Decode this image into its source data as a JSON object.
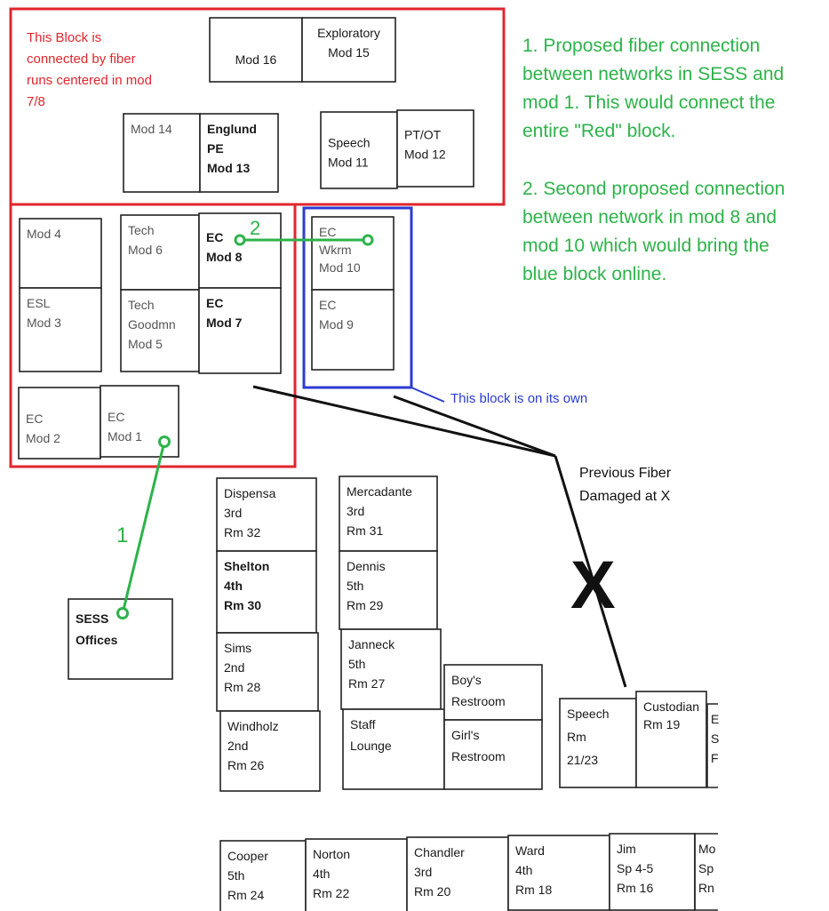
{
  "colors": {
    "red_block": "#e0262c",
    "blue_block": "#2c3bd1",
    "green": "#2db34a",
    "black": "#111111"
  },
  "annotations": {
    "red_block_note": [
      "This Block is",
      "connected by fiber",
      "runs centered in mod",
      "7/8"
    ],
    "proposal_1": [
      "1.  Proposed fiber connection",
      "between networks in SESS and",
      "mod 1.  This would connect the",
      "entire \"Red\" block."
    ],
    "proposal_2": [
      "2.  Second proposed connection",
      "between network in mod 8 and",
      "mod 10 which would bring the",
      "blue block online."
    ],
    "blue_block_note": "This block is on its own",
    "damage_note": [
      "Previous Fiber",
      "Damaged at X"
    ],
    "damage_mark": "X",
    "link_1_label": "1",
    "link_2_label": "2"
  },
  "rooms": [
    {
      "id": "mod-16",
      "lines": [
        "Mod 16"
      ]
    },
    {
      "id": "mod-15",
      "lines": [
        "Exploratory",
        "Mod 15"
      ]
    },
    {
      "id": "mod-14",
      "lines": [
        "Mod 14"
      ]
    },
    {
      "id": "mod-13",
      "lines": [
        "Englund",
        "PE",
        "Mod 13"
      ]
    },
    {
      "id": "mod-11",
      "lines": [
        "Speech",
        "Mod 11"
      ]
    },
    {
      "id": "mod-12",
      "lines": [
        "PT/OT",
        "Mod 12"
      ]
    },
    {
      "id": "mod-4",
      "lines": [
        "Mod 4"
      ]
    },
    {
      "id": "mod-3",
      "lines": [
        "ESL",
        "Mod 3"
      ]
    },
    {
      "id": "mod-6",
      "lines": [
        "Tech",
        "Mod 6"
      ]
    },
    {
      "id": "mod-5",
      "lines": [
        "Tech",
        "Goodmn",
        "Mod 5"
      ]
    },
    {
      "id": "mod-8",
      "lines": [
        "EC",
        "Mod 8"
      ]
    },
    {
      "id": "mod-7",
      "lines": [
        "EC",
        "Mod 7"
      ]
    },
    {
      "id": "mod-10",
      "lines": [
        "EC",
        "Wkrm",
        "Mod 10"
      ]
    },
    {
      "id": "mod-9",
      "lines": [
        "EC",
        "Mod 9"
      ]
    },
    {
      "id": "mod-2",
      "lines": [
        "EC",
        "Mod 2"
      ]
    },
    {
      "id": "mod-1",
      "lines": [
        "EC",
        "Mod 1"
      ]
    },
    {
      "id": "sess-offices",
      "lines": [
        "SESS",
        "Offices"
      ]
    },
    {
      "id": "rm-32",
      "lines": [
        "Dispensa",
        "3rd",
        "Rm 32"
      ]
    },
    {
      "id": "rm-30",
      "lines": [
        "Shelton",
        "4th",
        "Rm 30"
      ]
    },
    {
      "id": "rm-28",
      "lines": [
        "Sims",
        "2nd",
        "Rm 28"
      ]
    },
    {
      "id": "rm-26",
      "lines": [
        "Windholz",
        "2nd",
        "Rm 26"
      ]
    },
    {
      "id": "rm-31",
      "lines": [
        "Mercadante",
        "3rd",
        "Rm 31"
      ]
    },
    {
      "id": "rm-29",
      "lines": [
        "Dennis",
        "5th",
        "Rm 29"
      ]
    },
    {
      "id": "rm-27",
      "lines": [
        "Janneck",
        "5th",
        "Rm 27"
      ]
    },
    {
      "id": "staff-lounge",
      "lines": [
        "Staff",
        "Lounge"
      ]
    },
    {
      "id": "boys-restroom",
      "lines": [
        "Boy's",
        "Restroom"
      ]
    },
    {
      "id": "girls-restroom",
      "lines": [
        "Girl's",
        "Restroom"
      ]
    },
    {
      "id": "speech-rm",
      "lines": [
        "Speech",
        "Rm",
        "21/23"
      ]
    },
    {
      "id": "rm-19",
      "lines": [
        "Custodian",
        "Rm 19"
      ]
    },
    {
      "id": "rm-24",
      "lines": [
        "Cooper",
        "5th",
        "Rm 24"
      ]
    },
    {
      "id": "rm-22",
      "lines": [
        "Norton",
        "4th",
        "Rm 22"
      ]
    },
    {
      "id": "rm-20",
      "lines": [
        "Chandler",
        "3rd",
        "Rm 20"
      ]
    },
    {
      "id": "rm-18",
      "lines": [
        "Ward",
        "4th",
        "Rm 18"
      ]
    },
    {
      "id": "rm-16",
      "lines": [
        "Jim",
        "Sp 4-5",
        "Rm 16"
      ]
    }
  ],
  "partial_rooms": [
    {
      "id": "partial-room-right",
      "lines": [
        "E",
        "S",
        "F"
      ]
    },
    {
      "id": "partial-room-bottom-right",
      "lines": [
        "Mo",
        "Sp",
        "Rn"
      ]
    }
  ]
}
